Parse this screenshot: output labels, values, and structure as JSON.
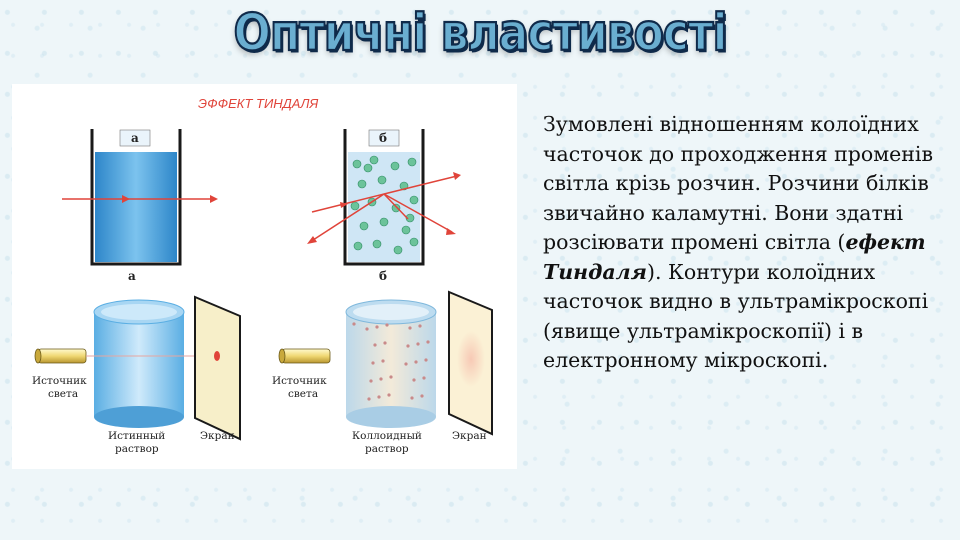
{
  "slide": {
    "title": "Оптичні властивості",
    "figure": {
      "heading": "ЭФФЕКТ ТИНДАЛЯ",
      "label_a_top": "а",
      "label_b_top": "б",
      "label_a_bottom": "а",
      "label_b_bottom": "б",
      "source_left": "Источник\nсвета",
      "source_right": "Источник\nсвета",
      "true_solution": "Истинный\nраствор",
      "colloid_solution": "Коллоидный\nраствор",
      "screen_left": "Экран",
      "screen_right": "Экран"
    },
    "body": {
      "part1": " Зумовлені відношенням колоїдних часточок до проходження променів світла крізь розчин. Розчини білків звичайно каламутні. Вони здатні розсіювати промені світла (",
      "emphasis": "ефект Тиндаля",
      "part2": "). Контури колоїдних часточок видно в ультрамікроскопі (явище ультрамікроскопії) і в електронному мікроскопі."
    }
  },
  "colors": {
    "title_fill": "#6aaed0",
    "title_outline": "#0f2a4a",
    "water": "#4aa3df",
    "ray": "#e0443a",
    "heading": "#e0443a"
  }
}
